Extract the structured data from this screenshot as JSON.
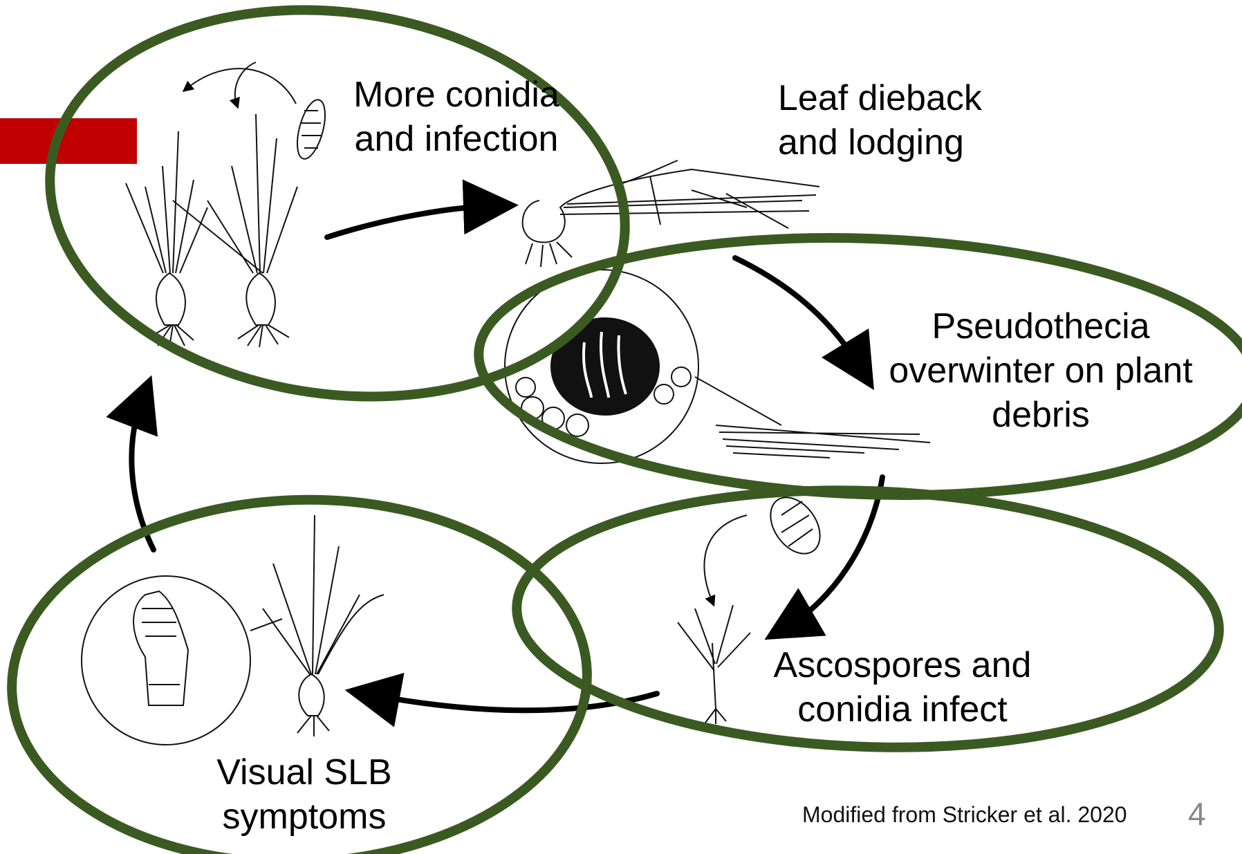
{
  "labels": {
    "more_conidia": [
      "More conidia",
      "and infection"
    ],
    "leaf_dieback": [
      "Leaf dieback",
      "and lodging"
    ],
    "pseudothecia": [
      "Pseudothecia",
      "overwinter on plant",
      "debris"
    ],
    "ascospores": [
      "Ascospores and",
      "conidia infect"
    ],
    "visual_slb": [
      "Visual SLB",
      "symptoms"
    ]
  },
  "credit": "Modified from Stricker et al. 2020",
  "page_number": "4",
  "colors": {
    "ring": "#3b5a22",
    "accent_bar": "#c00000",
    "arrow": "#000000",
    "page_number": "#888888"
  }
}
